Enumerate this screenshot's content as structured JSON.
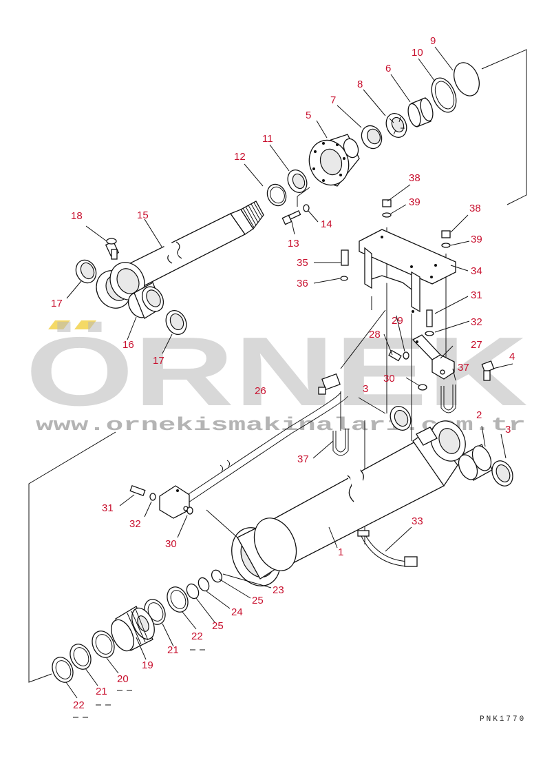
{
  "diagram": {
    "labels": [
      "1",
      "2",
      "3",
      "3",
      "4",
      "5",
      "6",
      "7",
      "8",
      "9",
      "10",
      "11",
      "12",
      "13",
      "14",
      "15",
      "16",
      "17",
      "17",
      "18",
      "19",
      "20",
      "21",
      "21",
      "22",
      "22",
      "23",
      "24",
      "25",
      "25",
      "26",
      "27",
      "28",
      "29",
      "30",
      "30",
      "31",
      "31",
      "32",
      "32",
      "33",
      "34",
      "35",
      "36",
      "37",
      "37",
      "38",
      "38",
      "39",
      "39"
    ],
    "drawing_code": "PNK1770"
  },
  "watermark": {
    "brand": "ÖRNEK",
    "url": "www.ornekismakinalari.com.tr",
    "accent_color": "#f2d24b"
  }
}
